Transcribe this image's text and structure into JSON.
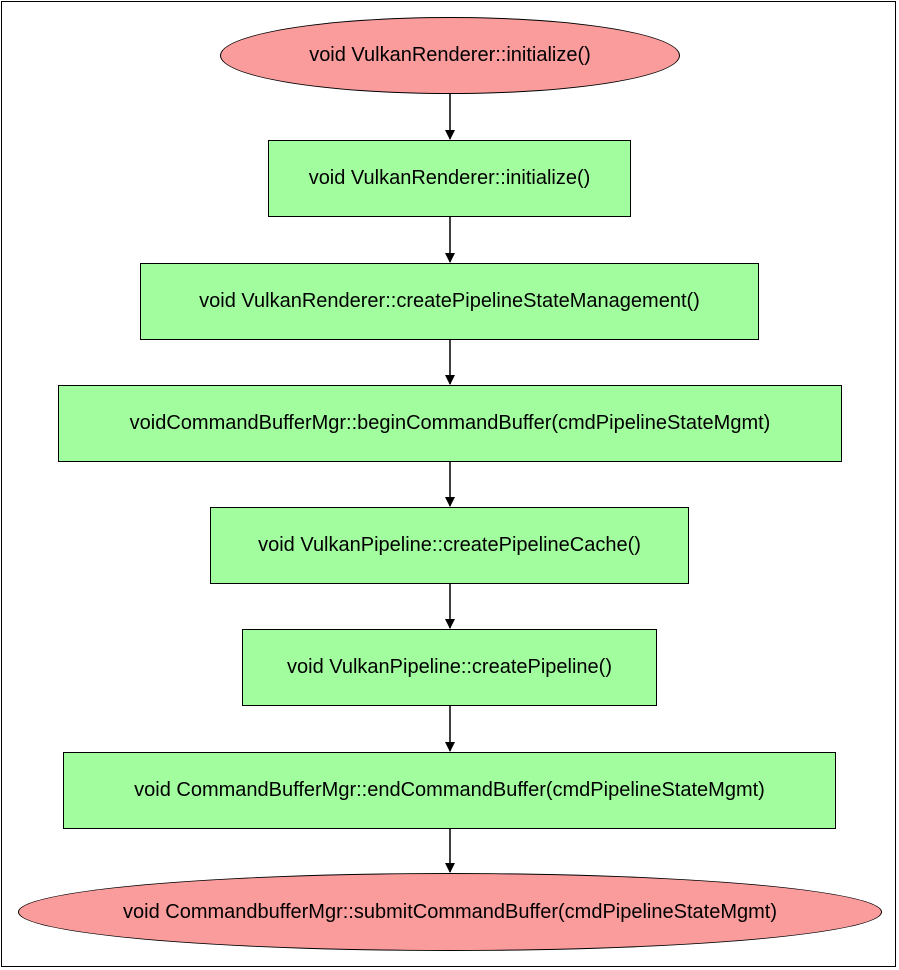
{
  "diagram": {
    "nodes": [
      {
        "id": "start",
        "shape": "ellipse",
        "label": "void VulkanRenderer::initialize()",
        "fill": "#fb9c9c"
      },
      {
        "id": "init",
        "shape": "rect",
        "label": "void VulkanRenderer::initialize()",
        "fill": "#a2fd9e"
      },
      {
        "id": "create-pipeline-state-mgmt",
        "shape": "rect",
        "label": "void VulkanRenderer::createPipelineStateManagement()",
        "fill": "#a2fd9e"
      },
      {
        "id": "begin-command-buffer",
        "shape": "rect",
        "label": "voidCommandBufferMgr::beginCommandBuffer(cmdPipelineStateMgmt)",
        "fill": "#a2fd9e"
      },
      {
        "id": "create-pipeline-cache",
        "shape": "rect",
        "label": "void VulkanPipeline::createPipelineCache()",
        "fill": "#a2fd9e"
      },
      {
        "id": "create-pipeline",
        "shape": "rect",
        "label": "void VulkanPipeline::createPipeline()",
        "fill": "#a2fd9e"
      },
      {
        "id": "end-command-buffer",
        "shape": "rect",
        "label": "void CommandBufferMgr::endCommandBuffer(cmdPipelineStateMgmt)",
        "fill": "#a2fd9e"
      },
      {
        "id": "submit-command-buffer",
        "shape": "ellipse",
        "label": "void CommandbufferMgr::submitCommandBuffer(cmdPipelineStateMgmt)",
        "fill": "#fb9c9c"
      }
    ],
    "edges": [
      {
        "from": "start",
        "to": "init"
      },
      {
        "from": "init",
        "to": "create-pipeline-state-mgmt"
      },
      {
        "from": "create-pipeline-state-mgmt",
        "to": "begin-command-buffer"
      },
      {
        "from": "begin-command-buffer",
        "to": "create-pipeline-cache"
      },
      {
        "from": "create-pipeline-cache",
        "to": "create-pipeline"
      },
      {
        "from": "create-pipeline",
        "to": "end-command-buffer"
      },
      {
        "from": "end-command-buffer",
        "to": "submit-command-buffer"
      }
    ]
  }
}
